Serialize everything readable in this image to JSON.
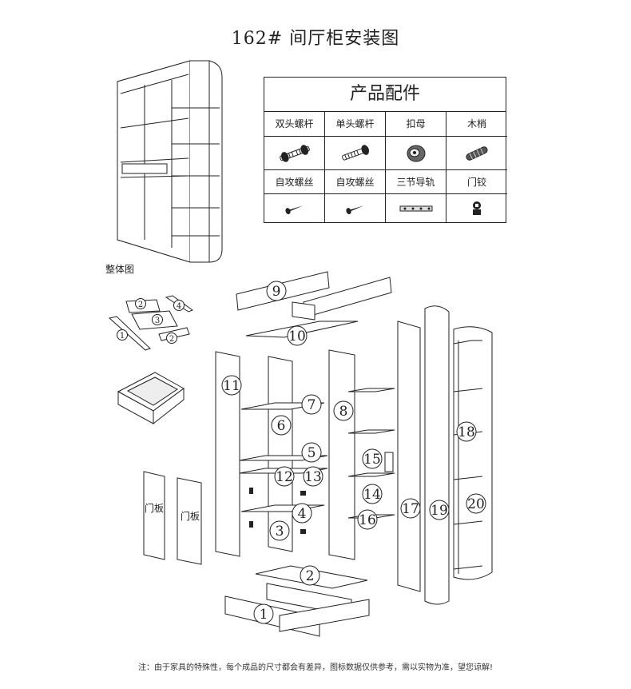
{
  "title": "162# 间厅柜安装图",
  "parts_table": {
    "title": "产品配件",
    "row1": [
      "双头螺杆",
      "单头螺杆",
      "扣母",
      "木梢"
    ],
    "row3": [
      "自攻螺丝",
      "自攻螺丝",
      "三节导轨",
      "门铰"
    ],
    "icons_row2": [
      "double-screw-rod-icon",
      "single-screw-rod-icon",
      "cam-lock-nut-icon",
      "wooden-dowel-icon"
    ],
    "icons_row4": [
      "self-tapping-screw-icon",
      "self-tapping-screw-icon",
      "three-section-slide-rail-icon",
      "door-hinge-icon"
    ]
  },
  "overview_label": "整体图",
  "part_numbers": [
    "1",
    "2",
    "3",
    "4",
    "5",
    "6",
    "7",
    "8",
    "9",
    "10",
    "11",
    "12",
    "13",
    "14",
    "15",
    "16",
    "17",
    "18",
    "19",
    "20"
  ],
  "drawer_part_numbers": [
    "1",
    "2",
    "3",
    "4",
    "2"
  ],
  "door_label": "门板",
  "note": "注：由于家具的特殊性，每个成品的尺寸都会有差异，图标数据仅供参考，需以实物为准，望您谅解!"
}
